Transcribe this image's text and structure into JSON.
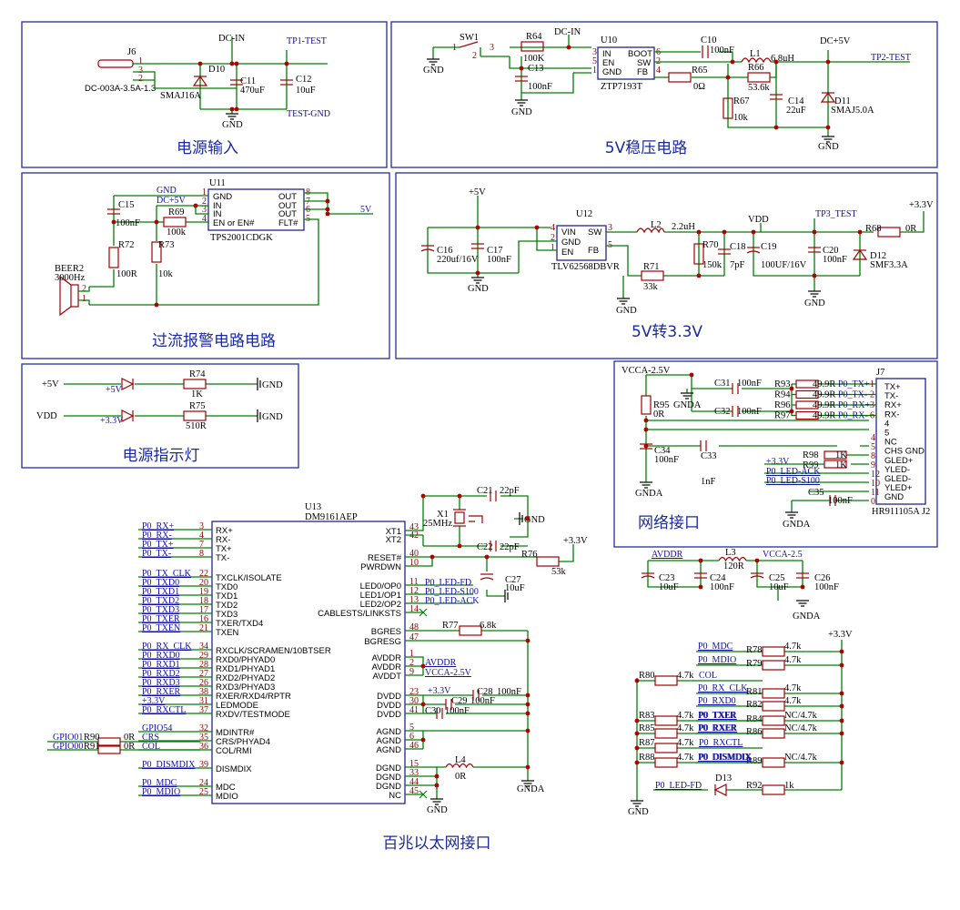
{
  "sections": {
    "power_input": "电源输入",
    "reg_5v": "5V稳压电路",
    "overcurrent": "过流报警电路电路",
    "conv_33": "5V转3.3V",
    "indicator": "电源指示灯",
    "network": "网络接口",
    "ethernet": "百兆以太网接口"
  },
  "power_input": {
    "j6": "J6",
    "j6_part": "DC-003A-3.5A-1.3",
    "net_dcin": "DC-IN",
    "d10": "D10",
    "d10_part": "SMAJ16A",
    "c11": "C11",
    "c11_val": "470uF",
    "c12": "C12",
    "c12_val": "10uF",
    "tp1": "TP1-TEST",
    "tpgnd": "TEST-GND",
    "gnd": "GND",
    "pins": [
      "1",
      "3",
      "2"
    ]
  },
  "reg_5v": {
    "sw1": "SW1",
    "sw_pins": [
      "1",
      "2",
      "3"
    ],
    "r64": "R64",
    "r64_val": "100K",
    "net_dcin": "DC-IN",
    "c13": "C13",
    "c13_val": "100nF",
    "u10": "U10",
    "u10_part": "ZTP7193T",
    "u10_pins_l": [
      "IN",
      "EN",
      "GND"
    ],
    "u10_pins_r": [
      "BOOT",
      "SW",
      "FB"
    ],
    "u10_pnum_l": [
      "3",
      "5",
      "1"
    ],
    "u10_pnum_r": [
      "6",
      "2",
      "4"
    ],
    "c10": "C10",
    "c10_val": "100nF",
    "l1": "L1",
    "l1_val": "6.8uH",
    "r65": "R65",
    "r65_val": "0Ω",
    "r66": "R66",
    "r66_val": "53.6k",
    "r67": "R67",
    "r67_val": "10k",
    "c14": "C14",
    "c14_val": "22uF",
    "d11": "D11",
    "d11_part": "SMAJ5.0A",
    "net_5v": "DC+5V",
    "tp2": "TP2-TEST",
    "gnd": "GND"
  },
  "overcurrent": {
    "u11": "U11",
    "u11_part": "TPS2001CDGK",
    "u11_pins_l": [
      "GND",
      "IN",
      "IN",
      "EN or EN#"
    ],
    "u11_pins_r": [
      "OUT",
      "OUT",
      "OUT",
      "FLT#"
    ],
    "u11_pnum_l": [
      "1",
      "2",
      "3",
      "4"
    ],
    "u11_pnum_r": [
      "8",
      "7",
      "6",
      "5"
    ],
    "net_gnd": "GND",
    "net_dc5v": "DC+5V",
    "net_5v": "5V",
    "c15": "C15",
    "c15_val": "100nF",
    "r69": "R69",
    "r69_val": "100k",
    "r72": "R72",
    "r72_val": "100R",
    "r73": "R73",
    "r73_val": "10k",
    "beer": "BEER2",
    "beer_val": "3000Hz",
    "beer_pins": [
      "2",
      "1"
    ]
  },
  "conv_33": {
    "net_5v": "+5V",
    "gnd": "GND",
    "c16": "C16",
    "c16_val": "220uf/16V",
    "c17": "C17",
    "c17_val": "100nF",
    "u12": "U12",
    "u12_part": "TLV62568DBVR",
    "u12_pins_l": [
      "VIN",
      "GND",
      "EN"
    ],
    "u12_pins_r": [
      "SW",
      "FB"
    ],
    "u12_pnum_l": [
      "4",
      "2",
      "1"
    ],
    "u12_pnum_r": [
      "3",
      "5"
    ],
    "l2": "L2",
    "l2_val": "2.2uH",
    "r70": "R70",
    "r70_val": "150k",
    "r71": "R71",
    "r71_val": "33k",
    "c18": "C18",
    "c18_val": "7pF",
    "c19": "C19",
    "c19_val": "100UF/16V",
    "c20": "C20",
    "c20_val": "100nF",
    "net_vdd": "VDD",
    "tp3": "TP3_TEST",
    "r68": "R68",
    "r68_val": "0R",
    "d12": "D12",
    "d12_part": "SMF3.3A",
    "net_33": "+3.3V"
  },
  "indicator": {
    "net_5v": "+5V",
    "net_vdd": "VDD",
    "led1": "+5V",
    "led2": "+3.3V",
    "r74": "R74",
    "r74_val": "1K",
    "r75": "R75",
    "r75_val": "510R",
    "gnd": "GND"
  },
  "network": {
    "net_vcca": "VCCA-2.5V",
    "r95": "R95",
    "r95_val": "0R",
    "c31": "C31",
    "c31_val": "100nF",
    "c32": "C32",
    "c32_val": "100nF",
    "gnda": "GNDA",
    "rs": [
      {
        "ref": "R93",
        "val": "49.9R",
        "net": "P0_TX+",
        "pin": "1"
      },
      {
        "ref": "R94",
        "val": "49.9R",
        "net": "P0_TX-",
        "pin": "2"
      },
      {
        "ref": "R96",
        "val": "49.9R",
        "net": "P0_RX+",
        "pin": "3"
      },
      {
        "ref": "R97",
        "val": "49.9R",
        "net": "P0_RX-",
        "pin": "6"
      }
    ],
    "j7": "J7",
    "j7_pins": [
      "TX+",
      "TX-",
      "RX+",
      "RX-",
      "4",
      "5",
      "NC",
      "CHS GND",
      "GLED+",
      "YLED-",
      "GLED-",
      "YLED+",
      "GND"
    ],
    "j7_nums": [
      "4",
      "5",
      "8",
      "9",
      "12",
      "10",
      "11",
      "0"
    ],
    "c34": "C34",
    "c34_val": "100nF",
    "c33": "C33",
    "c33_val": "1nF",
    "r98": "R98",
    "r98_val": "1K",
    "r99": "R99",
    "r99_val": "1K",
    "net_33": "+3.3V",
    "net_ack": "P0_LED-ACK",
    "net_s100": "P0_LED-S100",
    "c35": "C35",
    "c35_val": "100nF",
    "j7_part": "HR911105A J2"
  },
  "ethernet": {
    "u13": "U13",
    "u13_part": "DM9161AEP",
    "left_pins": [
      {
        "name": "RX+",
        "num": "3",
        "net": "P0_RX+"
      },
      {
        "name": "RX-",
        "num": "4",
        "net": "P0_RX-"
      },
      {
        "name": "TX+",
        "num": "7",
        "net": "P0_TX+"
      },
      {
        "name": "TX-",
        "num": "8",
        "net": "P0_TX-"
      },
      {
        "name": "TXCLK/ISOLATE",
        "num": "22",
        "net": "P0_TX_CLK"
      },
      {
        "name": "TXD0",
        "num": "20",
        "net": "P0_TXD0"
      },
      {
        "name": "TXD1",
        "num": "19",
        "net": "P0_TXD1"
      },
      {
        "name": "TXD2",
        "num": "18",
        "net": "P0_TXD2"
      },
      {
        "name": "TXD3",
        "num": "17",
        "net": "P0_TXD3"
      },
      {
        "name": "TXER/TXD4",
        "num": "16",
        "net": "P0_TXER"
      },
      {
        "name": "TXEN",
        "num": "21",
        "net": "P0_TXEN"
      },
      {
        "name": "RXCLK/SCRAMEN/10BTSER",
        "num": "34",
        "net": "P0_RX_CLK"
      },
      {
        "name": "RXD0/PHYAD0",
        "num": "29",
        "net": "P0_RXD0"
      },
      {
        "name": "RXD1/PHYAD1",
        "num": "28",
        "net": "P0_RXD1"
      },
      {
        "name": "RXD2/PHYAD2",
        "num": "27",
        "net": "P0_RXD2"
      },
      {
        "name": "RXD3/PHYAD3",
        "num": "26",
        "net": "P0_RXD3"
      },
      {
        "name": "RXER/RXD4/RPTR",
        "num": "38",
        "net": "P0_RXER"
      },
      {
        "name": "LEDMODE",
        "num": "31",
        "net": "+3.3V"
      },
      {
        "name": "RXDV/TESTMODE",
        "num": "37",
        "net": "P0_RXCTL"
      },
      {
        "name": "MDINTR#",
        "num": "32",
        "net": "GPIO54"
      },
      {
        "name": "CRS/PHYAD4",
        "num": "35",
        "net": "CRS"
      },
      {
        "name": "COL/RMI",
        "num": "36",
        "net": "COL"
      },
      {
        "name": "DISMDIX",
        "num": "39",
        "net": "P0_DISMDIX"
      },
      {
        "name": "MDC",
        "num": "24",
        "net": "P0_MDC"
      },
      {
        "name": "MDIO",
        "num": "25",
        "net": "P0_MDIO"
      }
    ],
    "right_pins": [
      {
        "name": "XT1",
        "num": "43"
      },
      {
        "name": "XT2",
        "num": "42"
      },
      {
        "name": "RESET#",
        "num": "40"
      },
      {
        "name": "PWRDWN",
        "num": "10"
      },
      {
        "name": "LED0/OP0",
        "num": "11"
      },
      {
        "name": "LED1/OP1",
        "num": "12"
      },
      {
        "name": "LED2/OP2",
        "num": "13"
      },
      {
        "name": "CABLESTS/LINKSTS",
        "num": "14"
      },
      {
        "name": "BGRES",
        "num": "48"
      },
      {
        "name": "BGRESG",
        "num": "47"
      },
      {
        "name": "AVDDR",
        "num": "1"
      },
      {
        "name": "AVDDR",
        "num": "2"
      },
      {
        "name": "AVDDT",
        "num": "9"
      },
      {
        "name": "DVDD",
        "num": "23"
      },
      {
        "name": "DVDD",
        "num": "30"
      },
      {
        "name": "DVDD",
        "num": "41"
      },
      {
        "name": "AGND",
        "num": "5"
      },
      {
        "name": "AGND",
        "num": "6"
      },
      {
        "name": "AGND",
        "num": "46"
      },
      {
        "name": "DGND",
        "num": "15"
      },
      {
        "name": "DGND",
        "num": "33"
      },
      {
        "name": "DGND",
        "num": "44"
      },
      {
        "name": "NC",
        "num": "45"
      }
    ],
    "gpio01": "GPIO01",
    "gpio00": "GPIO00",
    "r90": "R90",
    "r90_val": "0R",
    "r91": "R91",
    "r91_val": "0R",
    "x1": "X1",
    "x1_val": "25MHz",
    "c21": "C21",
    "c21_val": "22pF",
    "c22": "C22",
    "c22_val": "22pF",
    "gnd": "GND",
    "net_33": "+3.3V",
    "r76": "R76",
    "r76_val": "53k",
    "c27": "C27",
    "c27_val": "10uF",
    "led_nets": [
      "P0_LED-FD",
      "P0_LED-S100",
      "P0_LED-ACK"
    ],
    "r77": "R77",
    "r77_val": "6.8k",
    "avddr": "AVDDR",
    "vcca": "VCCA-2.5V",
    "c28": "C28",
    "c28_val": "100nF",
    "c29": "C29",
    "c29_val": "100nF",
    "c30": "C30",
    "c30_val": "100nF",
    "l4": "L4",
    "l4_val": "0R",
    "gnda": "GNDA"
  },
  "filter": {
    "avddr": "AVDDR",
    "l3": "L3",
    "l3_val": "120R",
    "vcca": "VCCA-2.5",
    "c23": "C23",
    "c23_val": "10uF",
    "c24": "C24",
    "c24_val": "100nF",
    "c25": "C25",
    "c25_val": "10uF",
    "c26": "C26",
    "c26_val": "100nF",
    "gnda": "GNDA"
  },
  "pullups": {
    "net_33": "+3.3V",
    "gnd": "GND",
    "right": [
      {
        "net": "P0_MDC",
        "ref": "R78",
        "val": "4.7k"
      },
      {
        "net": "P0_MDIO",
        "ref": "R79",
        "val": "4.7k"
      },
      {
        "net": "P0_RX_CLK",
        "ref": "R81",
        "val": "4.7k"
      },
      {
        "net": "P0_RXD0",
        "ref": "R82",
        "val": "4.7k"
      },
      {
        "net": "P0_TXER",
        "ref": "R84",
        "val": "NC/4.7k"
      },
      {
        "net": "P0_RXER",
        "ref": "R86",
        "val": "NC/4.7k"
      },
      {
        "net": "P0_DISMDIX",
        "ref": "R89",
        "val": "NC/4.7k"
      }
    ],
    "left": [
      {
        "ref": "R80",
        "val": "4.7k",
        "net": "COL"
      },
      {
        "ref": "R83",
        "val": "4.7k",
        "net": "P0_TXER"
      },
      {
        "ref": "R85",
        "val": "4.7k",
        "net": "P0_RXER"
      },
      {
        "ref": "R87",
        "val": "4.7k",
        "net": "P0_RXCTL"
      },
      {
        "ref": "R88",
        "val": "4.7k",
        "net": "P0_DISMDIX"
      }
    ],
    "led_net": "P0_LED-FD",
    "d13": "D13",
    "r92": "R92",
    "r92_val": "1k"
  }
}
